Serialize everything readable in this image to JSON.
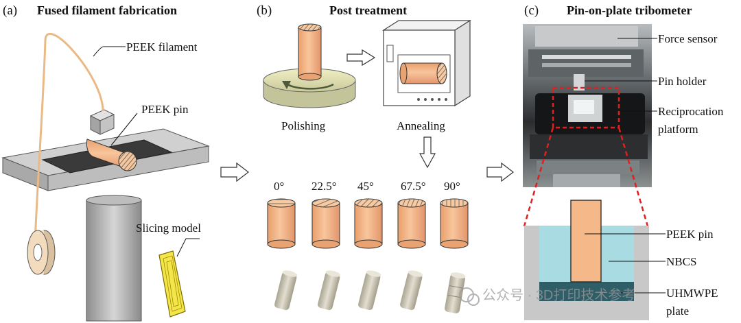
{
  "panel_a": {
    "label": "(a)",
    "title": "Fused filament fabrication",
    "callouts": {
      "filament": "PEEK filament",
      "pin": "PEEK pin",
      "slicing": "Slicing model"
    }
  },
  "panel_b": {
    "label": "(b)",
    "title": "Post treatment",
    "steps": {
      "polishing": "Polishing",
      "annealing": "Annealing"
    },
    "angles": [
      "0°",
      "22.5°",
      "45°",
      "67.5°",
      "90°"
    ]
  },
  "panel_c": {
    "label": "(c)",
    "title": "Pin-on-plate tribometer",
    "callouts": {
      "force_sensor": "Force sensor",
      "pin_holder": "Pin holder",
      "reciprocation_1": "Reciprocation",
      "reciprocation_2": "platform",
      "peek_pin": "PEEK pin",
      "nbcs": "NBCS",
      "uhmwpe_1": "UHMWPE",
      "uhmwpe_2": "plate"
    }
  },
  "watermark": "公众号 · 3D打印技术参考",
  "colors": {
    "peek": "#f5b889",
    "nbcs": "#a9dbe3",
    "uhmwpe": "#2f5d68",
    "housing": "#c8c8c8",
    "leader_red": "#e02020"
  }
}
